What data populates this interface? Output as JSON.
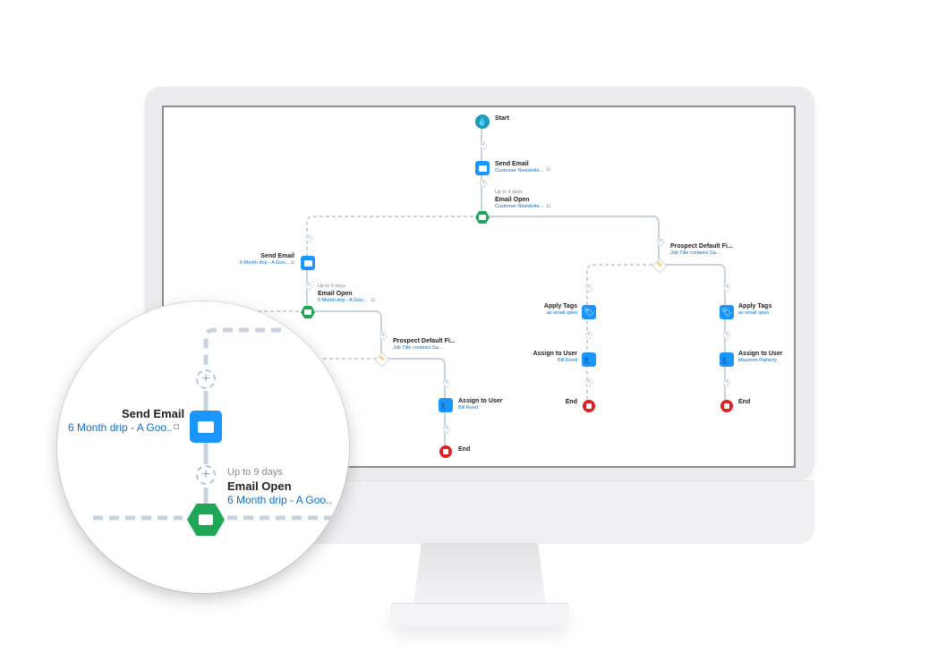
{
  "flow": {
    "start": {
      "label": "Start"
    },
    "send_email_1": {
      "title": "Send Email",
      "subtitle": "Customer Newslette..."
    },
    "email_open_1": {
      "delay": "Up to 9 days",
      "title": "Email Open",
      "subtitle": "Customer Newslette..."
    },
    "send_email_left": {
      "title": "Send Email",
      "subtitle": "6 Month drip - A Goo..."
    },
    "email_open_left": {
      "delay": "Up to 9 days",
      "title": "Email Open",
      "subtitle": "6 Month drip - A Goo..."
    },
    "prospect_left": {
      "title": "Prospect Default Fi...",
      "subtitle": "Job Title contains Sa..."
    },
    "assign_left": {
      "title": "Assign to User",
      "subtitle": "Bill Reed"
    },
    "end_left": {
      "label": "End"
    },
    "prospect_right": {
      "title": "Prospect Default Fi...",
      "subtitle": "Job Title contains Sa..."
    },
    "apply_tags_a": {
      "title": "Apply Tags",
      "subtitle": "as email open"
    },
    "assign_a": {
      "title": "Assign to User",
      "subtitle": "Bill Reed"
    },
    "end_a": {
      "label": "End"
    },
    "apply_tags_b": {
      "title": "Apply Tags",
      "subtitle": "as email open"
    },
    "assign_b": {
      "title": "Assign to User",
      "subtitle": "Maureen Flaherty"
    },
    "end_b": {
      "label": "End"
    }
  },
  "zoom": {
    "send_email": {
      "title": "Send Email",
      "subtitle": "6 Month drip - A Goo.."
    },
    "email_open": {
      "delay": "Up to 9 days",
      "title": "Email Open",
      "subtitle": "6 Month drip - A Goo.."
    }
  },
  "colors": {
    "connector": "#c9d3e0",
    "action_blue": "#1b96ff",
    "branch_green": "#1fa656",
    "end_red": "#e02020",
    "start_teal": "#1a9cb7",
    "link_blue": "#0a6fd1"
  },
  "icons": {
    "start": "drop-icon",
    "email": "envelope-icon",
    "tag": "tag-icon",
    "user": "user-icon",
    "rule": "pencil-icon",
    "end": "stop-icon",
    "add": "plus-icon",
    "preview": "camera-icon"
  }
}
